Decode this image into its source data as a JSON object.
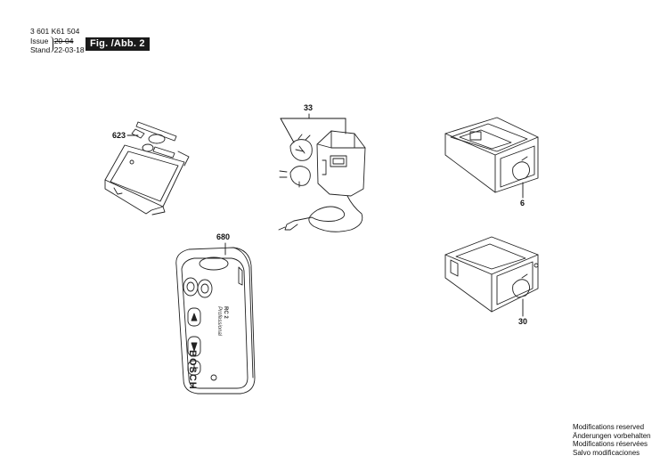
{
  "header": {
    "doc_number": "3 601 K61 504",
    "issue_label": "Issue",
    "issue_value": "20-04",
    "stand_label": "Stand",
    "stand_value": "22-03-18",
    "figure_label": "Fig. /Abb. 2"
  },
  "parts": [
    {
      "number": "623",
      "icon": "battery-cover-icon"
    },
    {
      "number": "33",
      "icon": "charger-adapter-icon"
    },
    {
      "number": "6",
      "icon": "battery-pack-icon"
    },
    {
      "number": "680",
      "icon": "remote-control-icon"
    },
    {
      "number": "30",
      "icon": "battery-box-icon"
    }
  ],
  "remote_text": {
    "brand": "BOSCH",
    "model": "RC 2",
    "line": "Professional"
  },
  "notes": [
    "Modifications reserved",
    "Änderungen vorbehalten",
    "Modifications réservées",
    "Salvo modificaciones"
  ]
}
